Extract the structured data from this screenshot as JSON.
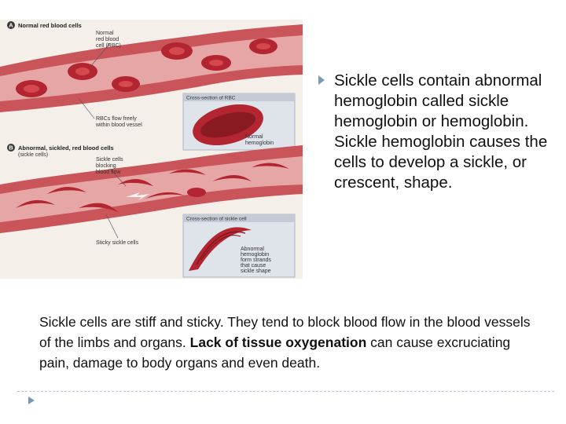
{
  "figure": {
    "panel_a": {
      "badge": "A",
      "title": "Normal red blood cells",
      "label_rbc": [
        "Normal",
        "red blood",
        "cell (RBC)"
      ],
      "label_flow": [
        "RBCs flow freely",
        "within blood vessel"
      ],
      "cross_title": "Cross-section of RBC",
      "cross_label": [
        "Normal",
        "hemoglobin"
      ]
    },
    "panel_b": {
      "badge": "B",
      "title": "Abnormal, sickled, red blood cells",
      "subtitle": "(sickle cells)",
      "label_block": [
        "Sickle cells",
        "blocking",
        "blood flow"
      ],
      "label_sticky": "Sticky sickle cells",
      "cross_title": "Cross-section of sickle cell",
      "cross_label": [
        "Abnormal",
        "hemoglobin",
        "form strands",
        "that cause",
        "sickle shape"
      ]
    }
  },
  "bullet": {
    "text": "Sickle cells contain abnormal hemoglobin called sickle hemoglobin or hemoglobin. Sickle hemoglobin causes the cells to develop a sickle, or crescent, shape."
  },
  "paragraph": {
    "before": "Sickle cells are stiff and sticky. They tend to block blood flow in the blood vessels of the limbs and organs. ",
    "bold": "Lack of tissue oxygenation",
    "after": " can cause excruciating pain, damage to body organs and even death."
  },
  "colors": {
    "vessel": "#c9555a",
    "vessel_inner": "#e7a6a6",
    "cell": "#b32530",
    "bullet_marker": "#7a9ab8"
  }
}
